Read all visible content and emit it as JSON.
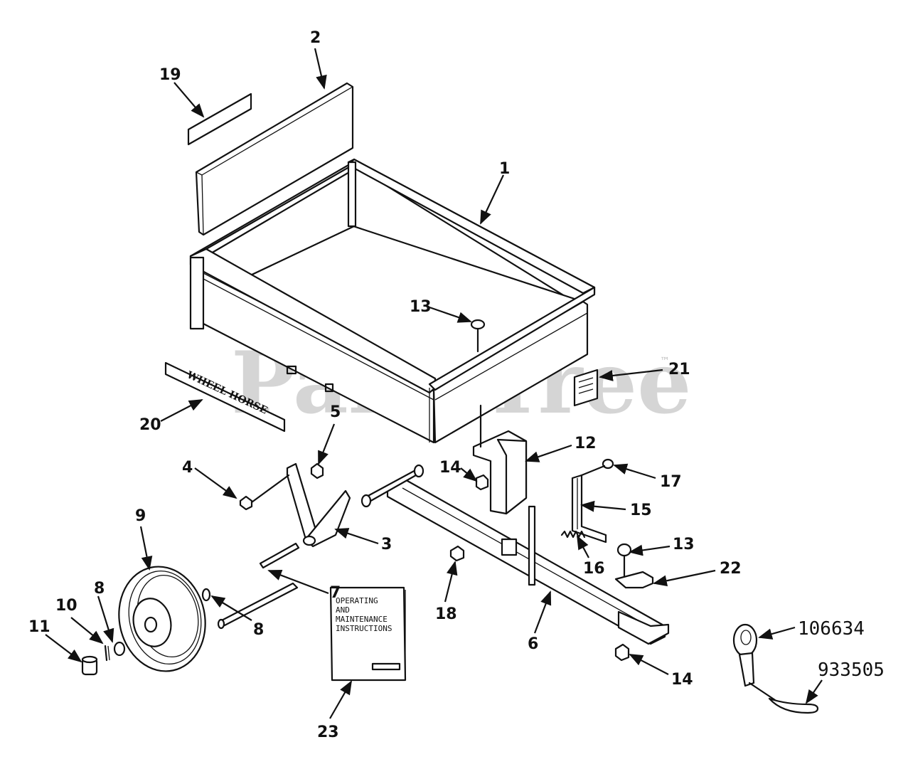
{
  "watermark": {
    "text": "PartsTree",
    "trademark": "™"
  },
  "manual": {
    "line1": "OPERATING",
    "line2": "AND",
    "line3": "MAINTENANCE",
    "line4": "INSTRUCTIONS"
  },
  "decal_text": "WHEEL HORSE",
  "callouts": [
    {
      "id": "1",
      "text": "1"
    },
    {
      "id": "2",
      "text": "2"
    },
    {
      "id": "3",
      "text": "3"
    },
    {
      "id": "4",
      "text": "4"
    },
    {
      "id": "5",
      "text": "5"
    },
    {
      "id": "6",
      "text": "6"
    },
    {
      "id": "7",
      "text": "7"
    },
    {
      "id": "8a",
      "text": "8"
    },
    {
      "id": "8b",
      "text": "8"
    },
    {
      "id": "9",
      "text": "9"
    },
    {
      "id": "10",
      "text": "10"
    },
    {
      "id": "11",
      "text": "11"
    },
    {
      "id": "12",
      "text": "12"
    },
    {
      "id": "13a",
      "text": "13"
    },
    {
      "id": "13b",
      "text": "13"
    },
    {
      "id": "14a",
      "text": "14"
    },
    {
      "id": "14b",
      "text": "14"
    },
    {
      "id": "15",
      "text": "15"
    },
    {
      "id": "16",
      "text": "16"
    },
    {
      "id": "17",
      "text": "17"
    },
    {
      "id": "18",
      "text": "18"
    },
    {
      "id": "19",
      "text": "19"
    },
    {
      "id": "20",
      "text": "20"
    },
    {
      "id": "21",
      "text": "21"
    },
    {
      "id": "22",
      "text": "22"
    },
    {
      "id": "23",
      "text": "23"
    },
    {
      "id": "106634",
      "text": "106634"
    },
    {
      "id": "933505",
      "text": "933505"
    }
  ]
}
